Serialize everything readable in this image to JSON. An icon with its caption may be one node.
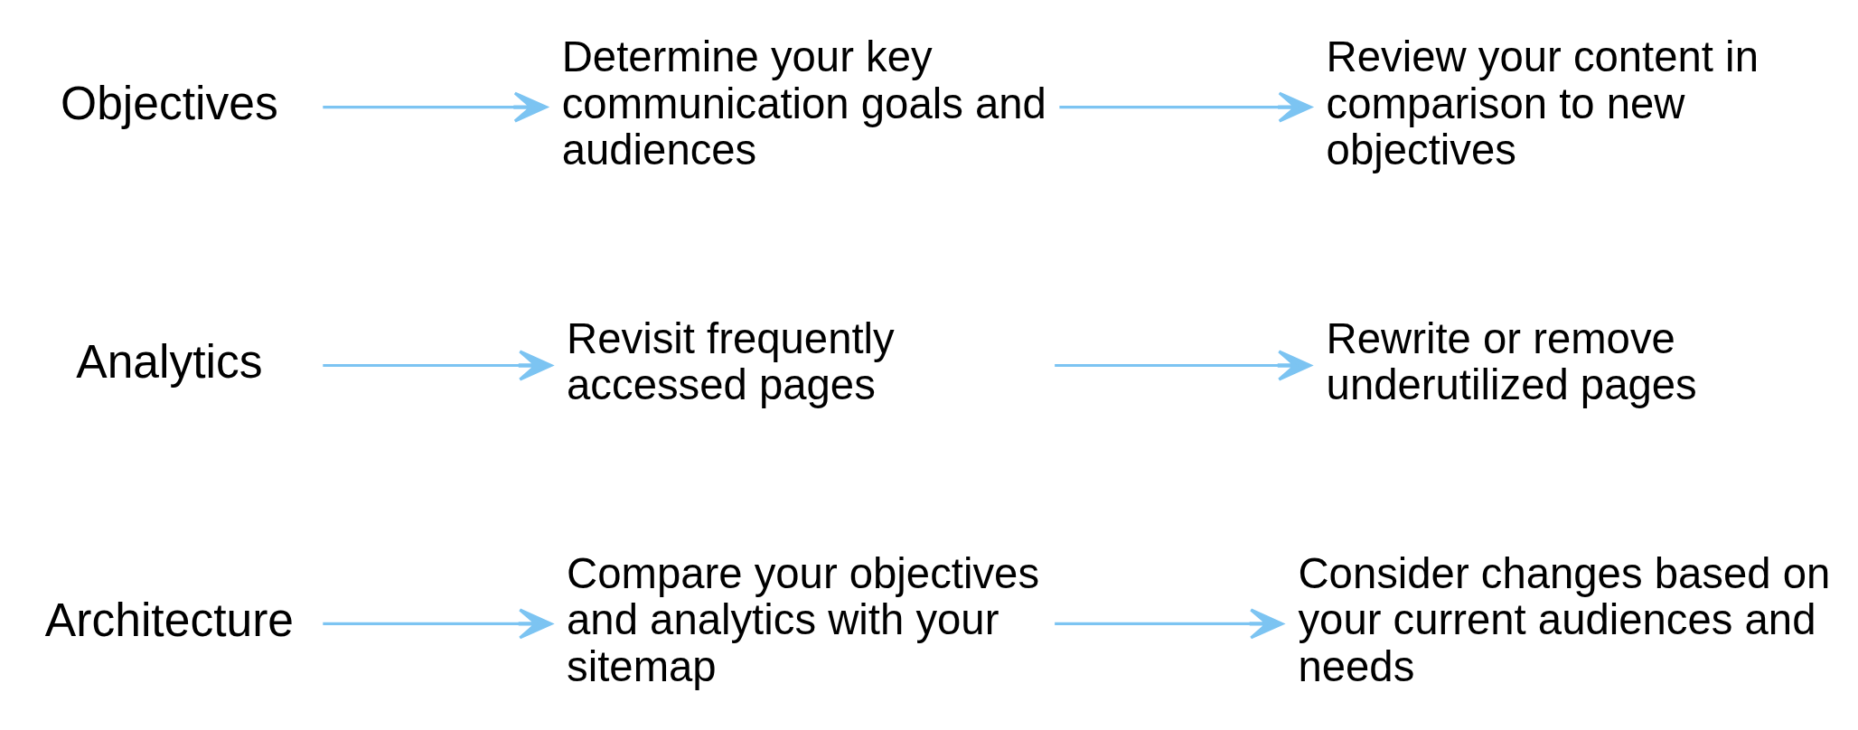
{
  "diagram": {
    "nodes": [
      {
        "text": [
          "Objectives"
        ]
      },
      {
        "text": [
          "Determine your key communication goals and audiences"
        ]
      },
      {
        "text": [
          "Review your content in comparison to new objectives"
        ]
      },
      {
        "text": [
          "Analytics"
        ]
      },
      {
        "text": [
          "Revisit frequently accessed pages"
        ]
      },
      {
        "text": [
          "Rewrite or remove underutilized pages"
        ]
      },
      {
        "text": [
          "Architecture"
        ]
      },
      {
        "text": [
          "Compare your objectives and analytics with your sitemap"
        ]
      },
      {
        "text": [
          "Consider changes based on your current audiences and needs"
        ]
      }
    ],
    "edges": [
      {
        "from": 0,
        "to": 1,
        "arrow": "to"
      },
      {
        "from": 1,
        "to": 2,
        "arrow": "to"
      },
      {
        "from": 3,
        "to": 4,
        "arrow": "to"
      },
      {
        "from": 4,
        "to": 5,
        "arrow": "to"
      },
      {
        "from": 6,
        "to": 7,
        "arrow": "to"
      },
      {
        "from": 7,
        "to": 8,
        "arrow": "to"
      }
    ]
  }
}
